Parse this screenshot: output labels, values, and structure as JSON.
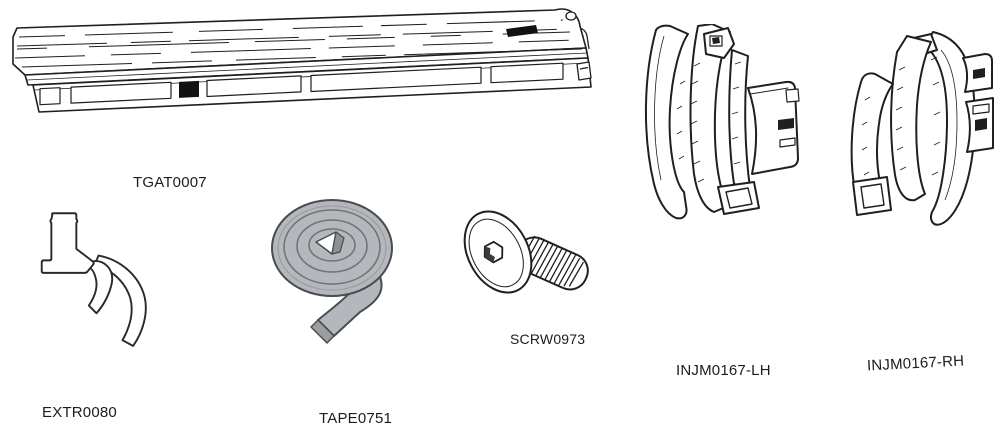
{
  "canvas": {
    "background": "#ffffff",
    "line_color": "#1f1f1f",
    "tape_fill": "#b4b7bb",
    "tape_shadow": "#8e9194"
  },
  "parts": {
    "rail": {
      "label": "TGAT0007"
    },
    "extrusion": {
      "label": "EXTR0080"
    },
    "tape": {
      "label": "TAPE0751"
    },
    "screw": {
      "label": "SCRW0973"
    },
    "bracket_lh": {
      "label": "INJM0167-LH"
    },
    "bracket_rh": {
      "label": "INJM0167-RH"
    }
  }
}
